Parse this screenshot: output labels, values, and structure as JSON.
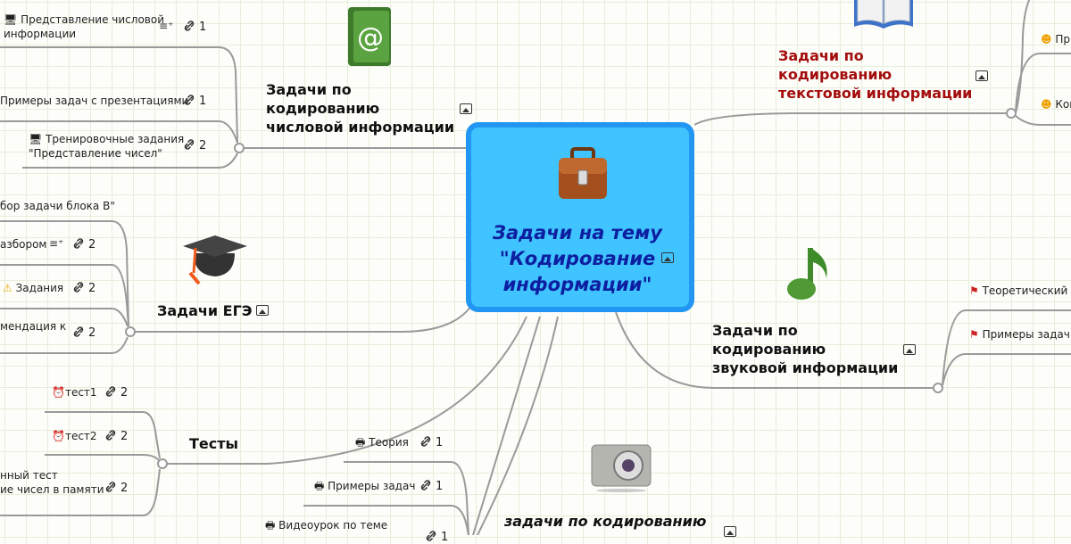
{
  "central": {
    "title_lines": [
      "Задачи на тему",
      "\"Кодирование",
      "информации\""
    ],
    "icon": "briefcase-icon",
    "color": "#40c4ff",
    "border": "#2196f3"
  },
  "numeric": {
    "title_lines": [
      "Задачи по",
      "кодированию",
      "числовой информации"
    ],
    "icon": "address-book-icon",
    "items": [
      {
        "label_lines": [
          "Представление числовой",
          "информации"
        ],
        "icon": "monitor-icon",
        "links": "1",
        "has_notes": true
      },
      {
        "label_lines": [
          "Примеры задач с презентациями"
        ],
        "links": "1"
      },
      {
        "label_lines": [
          "Тренировочные задания",
          "\"Представление чисел\""
        ],
        "icon": "monitor-icon",
        "links": "2"
      }
    ]
  },
  "ege": {
    "title": "Задачи ЕГЭ",
    "icon": "graduation-cap-icon",
    "items": [
      {
        "label": "бор задачи блока В\""
      },
      {
        "label": "азбором",
        "links": "2",
        "has_notes": true
      },
      {
        "label": "Задания",
        "icon": "warning-icon",
        "links": "2"
      },
      {
        "label": "мендация к",
        "links": "2"
      }
    ]
  },
  "tests": {
    "title": "Тесты",
    "items": [
      {
        "label": "тест1",
        "icon": "alarm-clock-icon",
        "links": "2"
      },
      {
        "label": "тест2",
        "icon": "alarm-clock-icon",
        "links": "2"
      },
      {
        "label_lines": [
          "нный тест",
          "ие чисел в памяти"
        ],
        "links": "2"
      }
    ]
  },
  "graphic": {
    "title": "задачи по кодированию",
    "icon": "camera-icon",
    "items": [
      {
        "label": "Теория",
        "icon": "printer-icon",
        "links": "1"
      },
      {
        "label": "Примеры задач",
        "icon": "printer-icon",
        "links": "1"
      },
      {
        "label": "Видеоурок по теме",
        "icon": "printer-icon",
        "links": "1"
      }
    ]
  },
  "text": {
    "title_lines": [
      "Задачи по",
      "кодированию",
      "текстовой информации"
    ],
    "color": "#a30d0d",
    "icon": "open-book-icon",
    "items": [
      {
        "label": "При",
        "icon": "smiley-icon"
      },
      {
        "label": "Кон",
        "icon": "smiley-icon"
      }
    ]
  },
  "sound": {
    "title_lines": [
      "Задачи по",
      "кодированию",
      "звуковой информации"
    ],
    "icon": "music-note-icon",
    "items": [
      {
        "label": "Теоретический ма",
        "icon": "flag-icon"
      },
      {
        "label": "Примеры задач",
        "icon": "flag-icon"
      }
    ]
  }
}
